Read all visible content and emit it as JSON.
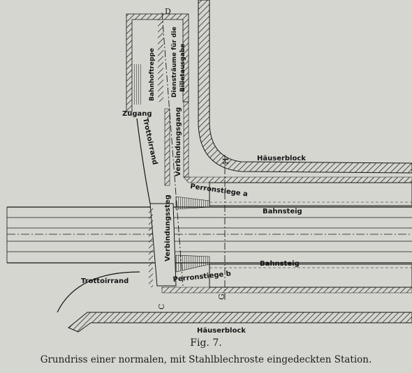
{
  "labels": {
    "bahnhoftreppe": "Bahnhoftreppe",
    "dienstraeume_1": "Diensträume für die",
    "dienstraeume_2": "Billetausgabe",
    "zugang": "Zugang",
    "trottoirrand_top": "Trottoirrand",
    "trottoirrand_bottom": "Trottoirrand",
    "verbindungsgang": "Verbindungsgang",
    "verbindungssteg": "Verbindungssteg",
    "haeuserblock_top": "Häuserblock",
    "haeuserblock_bottom": "Häuserblock",
    "perronstiege_a": "Perronstiege a",
    "perronstiege_b": "Perronstiege b",
    "bahnsteig_top": "Bahnsteig",
    "bahnsteig_bottom": "Bahnsteig",
    "section_d": "D",
    "section_h": "H",
    "section_c": "C",
    "section_g": "G"
  },
  "figure_number": "Fig. 7.",
  "caption": "Grundriss einer normalen, mit Stahlblechroste eingedeckten Station.",
  "colors": {
    "paper": "#d6d6d1",
    "ink": "#141414",
    "hatch": "#2b2b2b"
  }
}
